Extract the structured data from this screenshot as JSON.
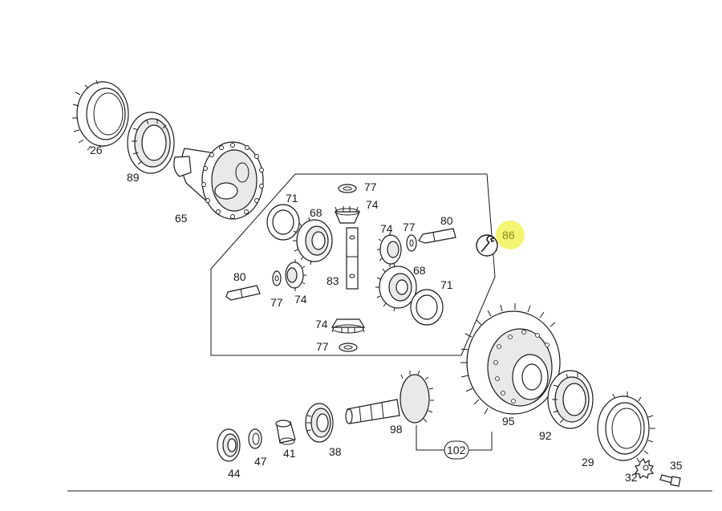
{
  "labels": {
    "p26": "26",
    "p89": "89",
    "p65": "65",
    "p71a": "71",
    "p68a": "68",
    "p77a": "77",
    "p74a": "74",
    "p74b": "74",
    "p77b": "77",
    "p80a": "80",
    "p86": "86",
    "p80b": "80",
    "p83": "83",
    "p68b": "68",
    "p71b": "71",
    "p77c": "77",
    "p74c": "74",
    "p74d": "74",
    "p77d": "77",
    "p95": "95",
    "p92": "92",
    "p98": "98",
    "p102": "102",
    "p29": "29",
    "p35": "35",
    "p32": "32",
    "p44": "44",
    "p47": "47",
    "p41": "41",
    "p38": "38"
  },
  "colors": {
    "highlight": "#f2f25a",
    "highlight_text": "#8a8a1a",
    "ink": "#1a1a1a"
  }
}
